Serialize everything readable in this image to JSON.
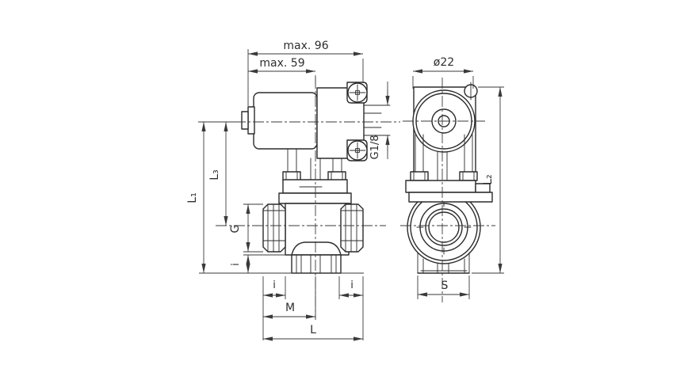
{
  "drawing": {
    "background": "#ffffff",
    "line_color": "#2b2b2b",
    "labels": {
      "max_width": "max. 96",
      "coil_width": "max. 59",
      "coil_diameter": "ø22",
      "pilot_port": "G1/8",
      "total_height_l1": "L₁",
      "coil_axis_l3": "L₃",
      "side_height_l2": "L₂",
      "port_thread_g": "G",
      "thread_depth_i": "i",
      "center_distance_m": "M",
      "total_length_l": "L",
      "wrench_size_s": "S"
    }
  }
}
